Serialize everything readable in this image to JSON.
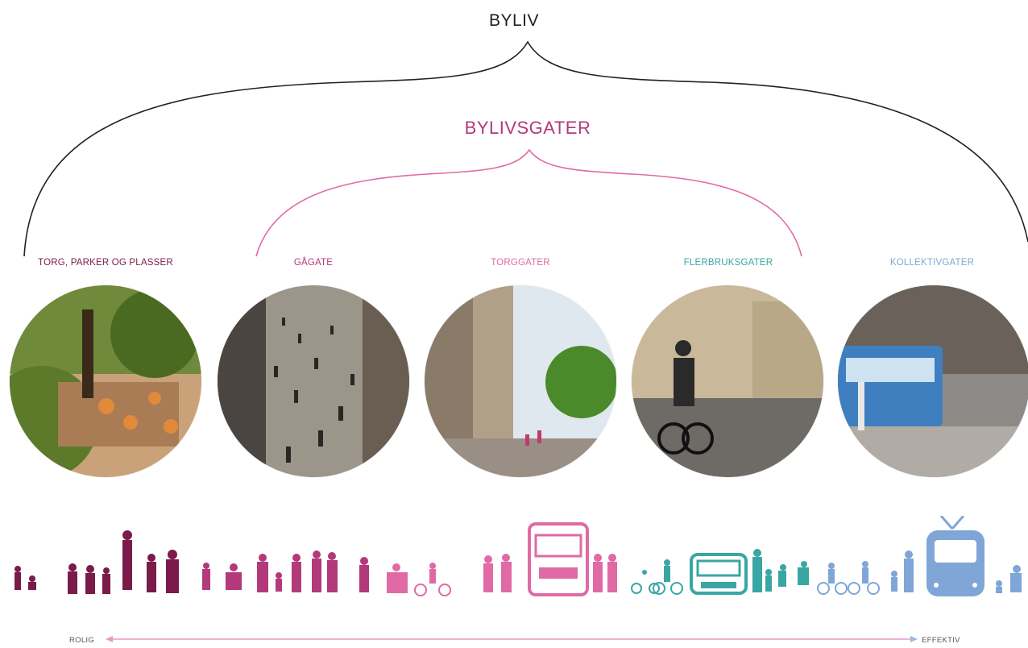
{
  "title_top": "BYLIV",
  "title_mid": "BYLIVSGATER",
  "categories": [
    {
      "label": "TORG, PARKER OG PLASSER",
      "color": "#7a1b4a"
    },
    {
      "label": "GÅGATE",
      "color": "#b23a7a"
    },
    {
      "label": "TORGGATER",
      "color": "#e06aa6"
    },
    {
      "label": "FLERBRUKSGATER",
      "color": "#3aa6a4"
    },
    {
      "label": "KOLLEKTIVGATER",
      "color": "#7fa6d6"
    }
  ],
  "scale": {
    "left_label": "ROLIG",
    "right_label": "EFFEKTIV"
  },
  "colors": {
    "byliv_brace": "#222222",
    "bylivsgater_brace": "#e06aa6",
    "axis_arrow": "#e79ac3"
  },
  "icons": {
    "figures": "people-silhouette-icon",
    "bus": "bus-icon",
    "car": "car-icon",
    "tram": "tram-icon",
    "bicycle": "bicycle-icon"
  }
}
